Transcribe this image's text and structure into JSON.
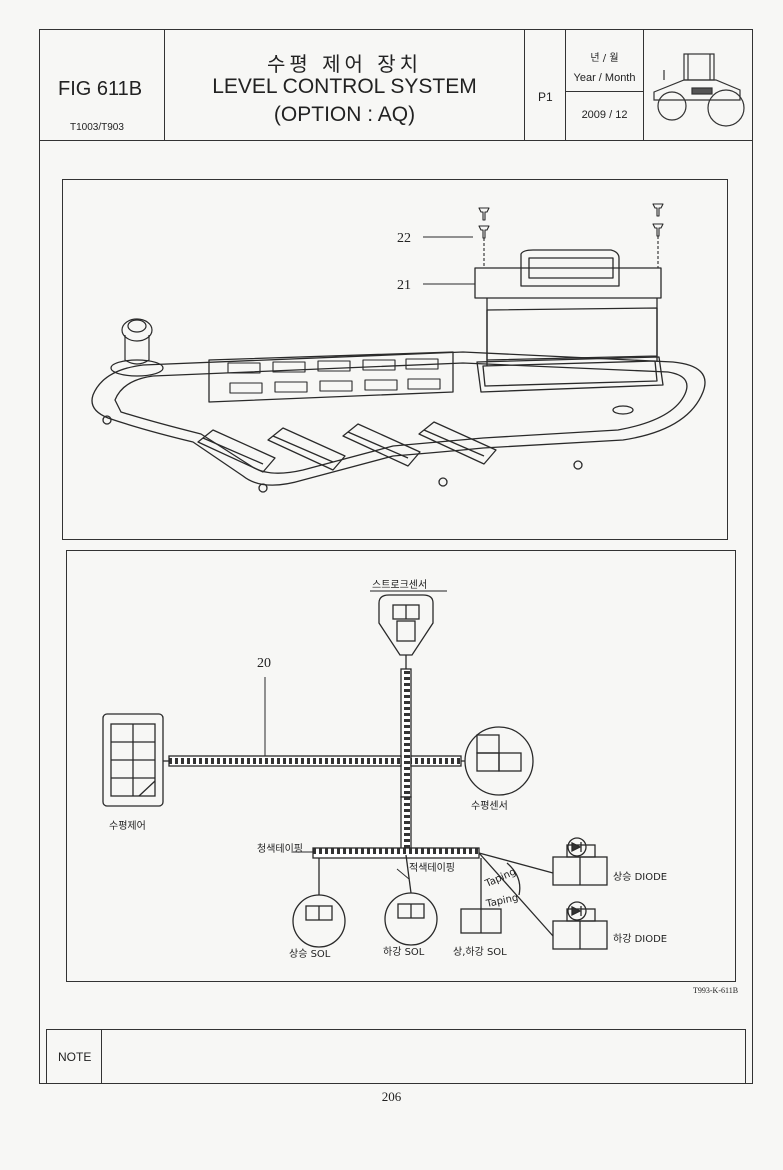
{
  "header": {
    "fig_code": "FIG 611B",
    "models": "T1003/T903",
    "title_ko": "수평 제어 장치",
    "title_en": "LEVEL CONTROL SYSTEM",
    "title_option": "(OPTION : AQ)",
    "page": "P1",
    "ym_ko": "년 / 월",
    "ym_en": "Year / Month",
    "date": "2009 / 12"
  },
  "exploded_view": {
    "callouts": [
      "22",
      "21"
    ]
  },
  "harness": {
    "part_number": "20",
    "stroke_sensor": "스트로크센서",
    "level_control": "수평제어",
    "level_sensor": "수평센서",
    "tape_blue": "청색테이핑",
    "tape_red": "적색테이핑",
    "taping_1": "Taping",
    "taping_2": "Taping",
    "up_sol": "상승 SOL",
    "down_sol": "하강 SOL",
    "updown_sol": "상,하강 SOL",
    "up_diode": "상승 DIODE",
    "down_diode": "하강 DIODE"
  },
  "drawing_code": "T993-K-611B",
  "note_label": "NOTE",
  "page_number": "206"
}
